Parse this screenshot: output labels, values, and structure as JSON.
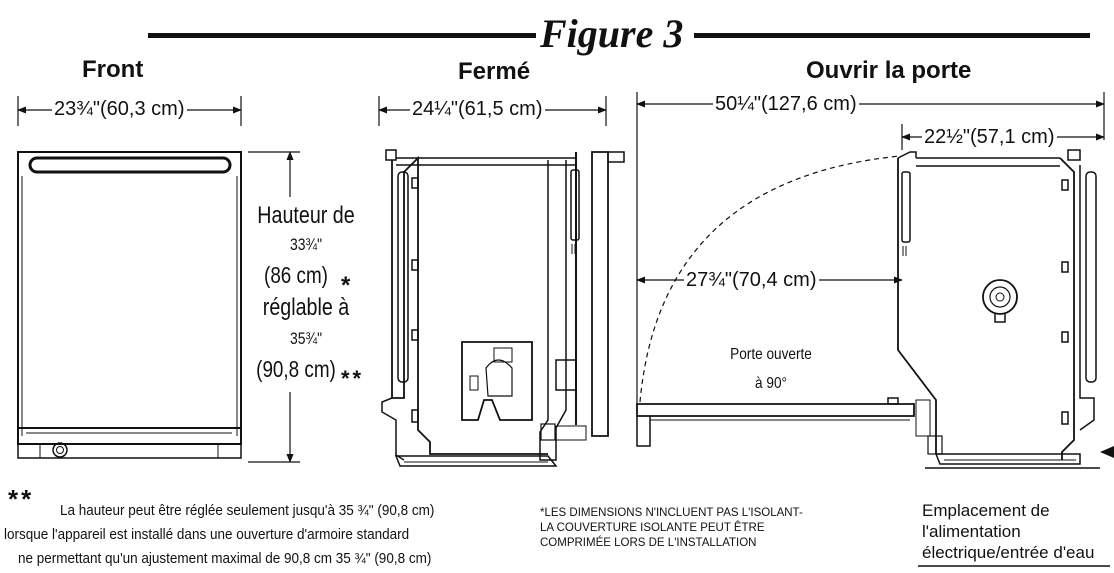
{
  "figure_title": "Figure 3",
  "views": {
    "front": {
      "heading": "Front",
      "width_label": "23¾\"(60,3 cm)",
      "height": {
        "line1": "Hauteur de",
        "line2": "33¾\"",
        "line3": "(86 cm)",
        "line3_marker": "*",
        "line4": "réglable à",
        "line5": "35¾\"",
        "line6": "(90,8 cm)",
        "line6_marker": "**"
      }
    },
    "closed": {
      "heading": "Fermé",
      "width_label": "24¼\"(61,5 cm)"
    },
    "open": {
      "heading": "Ouvrir la porte",
      "total_depth_label": "50¼\"(127,6 cm)",
      "tub_depth_label": "22½\"(57,1 cm)",
      "door_reach_label": "27¾\"(70,4 cm)",
      "door_note_line1": "Porte ouverte",
      "door_note_line2": "à 90°"
    }
  },
  "footnotes": {
    "double_star": {
      "marker": "**",
      "line1": "La hauteur peut être réglée seulement jusqu'à 35 ¾\" (90,8 cm)",
      "line2": "lorsque l'appareil est installé dans une ouverture d'armoire standard",
      "line3": "ne permettant qu'un ajustement maximal de 90,8 cm  35 ¾\" (90,8 cm)"
    },
    "single_star": {
      "line1": "*LES DIMENSIONS N'INCLUENT PAS L'ISOLANT-",
      "line2": "LA  COUVERTURE ISOLANTE PEUT ÊTRE",
      "line3": "COMPRIMÉE LORS DE L'INSTALLATION"
    }
  },
  "callout": {
    "line1": "Emplacement de",
    "line2": "l'alimentation",
    "line3": "électrique/entrée d'eau"
  }
}
